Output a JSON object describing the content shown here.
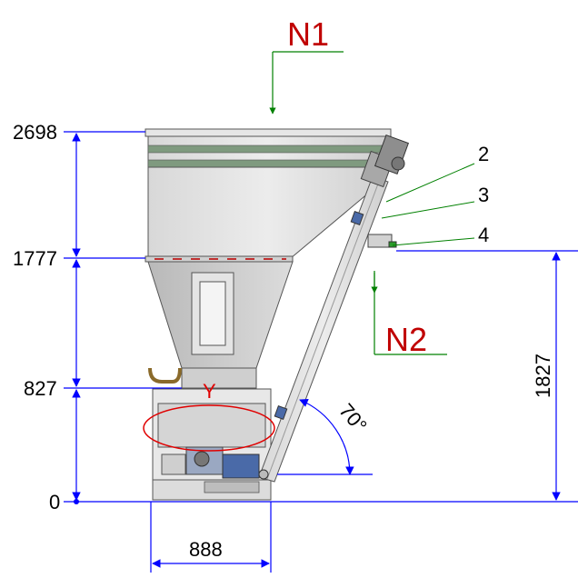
{
  "levels": {
    "h2698": "2698",
    "h1777": "1777",
    "h827": "827",
    "h0": "0"
  },
  "dimensions": {
    "right_height": "1827",
    "bottom_width": "888",
    "angle": "70°"
  },
  "flows": {
    "inlet": "N1",
    "outlet": "N2"
  },
  "callouts": {
    "c2": "2",
    "c3": "3",
    "c4": "4"
  },
  "detail": {
    "label": "Y"
  },
  "colors": {
    "dimension_line": "#0000ff",
    "flow_label": "#c00000",
    "flow_arrow": "#008000",
    "detail_ellipse": "#e00000"
  }
}
